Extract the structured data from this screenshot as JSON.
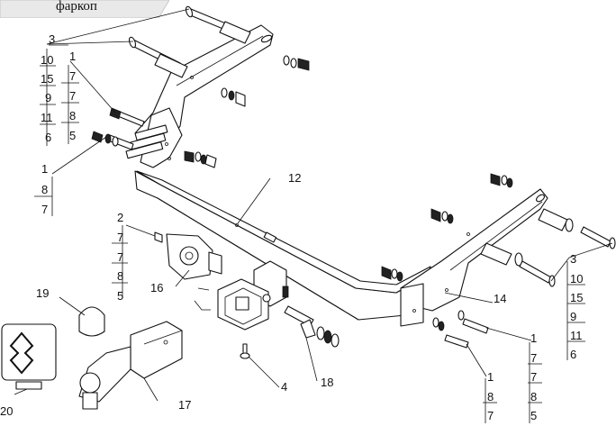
{
  "header_tag": {
    "text": "фаркоп"
  },
  "callouts": {
    "c12": "12",
    "c14": "14",
    "c16": "16",
    "c17": "17",
    "c18": "18",
    "c19": "19",
    "c20": "20",
    "c4": "4",
    "c2": "2"
  },
  "left_stack_3": [
    "3",
    "10",
    "15",
    "9",
    "11",
    "6"
  ],
  "left_stack_1a": [
    "1",
    "7",
    "7",
    "8",
    "5"
  ],
  "left_stack_1b": [
    "1",
    "8",
    "7"
  ],
  "left_stack_2": [
    "7",
    "7",
    "8",
    "5"
  ],
  "right_stack_3": [
    "3",
    "10",
    "15",
    "9",
    "11",
    "6"
  ],
  "right_stack_1a": [
    "1",
    "7",
    "7",
    "8",
    "5"
  ],
  "right_stack_1b": [
    "1",
    "8",
    "7"
  ]
}
